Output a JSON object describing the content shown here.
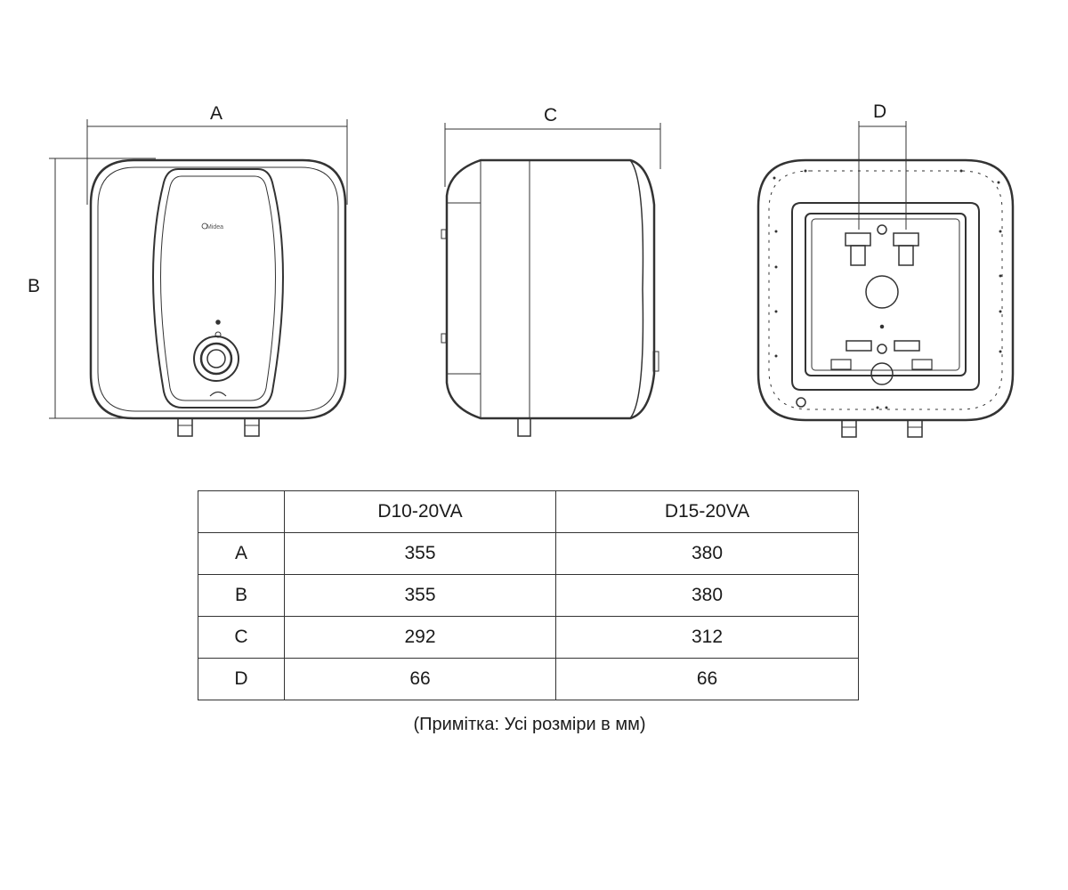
{
  "dimensions": {
    "label_a": "A",
    "label_b": "B",
    "label_c": "C",
    "label_d": "D"
  },
  "brand_logo": "Midea",
  "table": {
    "header": [
      "",
      "D10-20VA",
      "D15-20VA"
    ],
    "rows": [
      [
        "A",
        "355",
        "380"
      ],
      [
        "B",
        "355",
        "380"
      ],
      [
        "C",
        "292",
        "312"
      ],
      [
        "D",
        "66",
        "66"
      ]
    ]
  },
  "note": "(Примітка: Усі розміри в мм)",
  "colors": {
    "line": "#333333",
    "background": "#ffffff"
  }
}
